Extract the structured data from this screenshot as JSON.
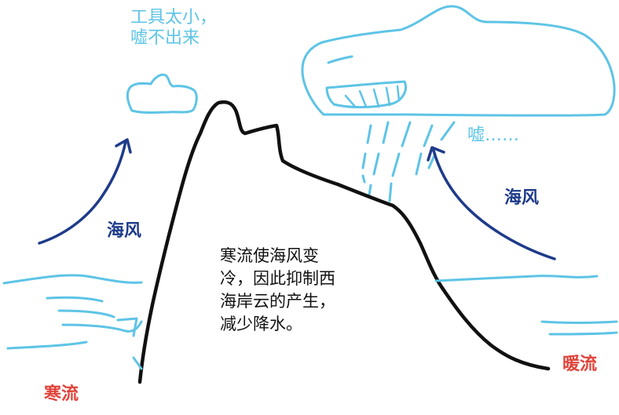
{
  "labels": {
    "tools_line1": "工具太小，",
    "tools_line2": "嘘不出来",
    "blow": "嘘……",
    "sea_wind_left": "海风",
    "sea_wind_right": "海风",
    "cold_current": "寒流",
    "warm_current": "暖流",
    "explanation_line1": "寒流使海风变",
    "explanation_line2": "冷，因此抑制西",
    "explanation_line3": "海岸云的产生，",
    "explanation_line4": "减少降水。"
  },
  "colors": {
    "sky_blue": "#5ec4e6",
    "wind_navy": "#1e3b8a",
    "current_red": "#e0433a",
    "mountain_black": "#111111"
  }
}
